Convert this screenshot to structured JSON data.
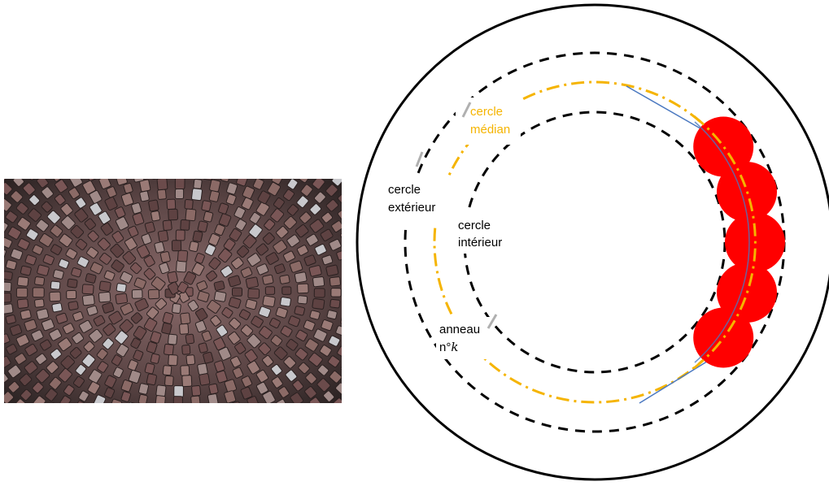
{
  "photo": {
    "icon": "cobblestone-pavement-photo"
  },
  "diagram": {
    "labels": {
      "median_line1": "cercle",
      "median_line2": "médian",
      "outer_line1": "cercle",
      "outer_line2": "extérieur",
      "inner_line1": "cercle",
      "inner_line2": "intérieur",
      "ring_line1": "anneau",
      "ring_line2_prefix": "n°",
      "ring_line2_var": "k"
    },
    "colors": {
      "outer_boundary": "#000000",
      "exterior_circle": "#000000",
      "interior_circle": "#000000",
      "median_circle": "#f5b400",
      "discs": "#ff0000",
      "chord": "#4a78c0",
      "label_text": "#000000",
      "median_label_text": "#f5b400"
    },
    "disc_count": 5
  }
}
